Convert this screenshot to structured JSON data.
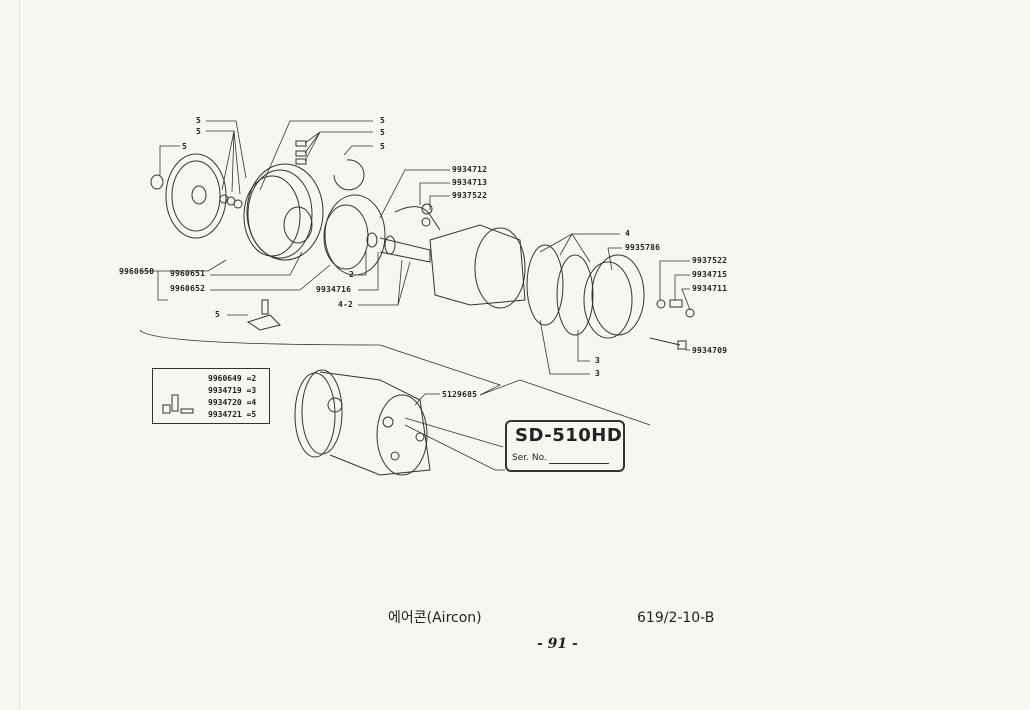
{
  "diagram": {
    "callouts_left": {
      "c5a": "5",
      "c5b": "5",
      "c5c": "5",
      "c5d": "5",
      "c5e": "5",
      "c5f": "5",
      "c5g": "5",
      "p9960650": "9960650",
      "p9960651": "9960651",
      "p9960652": "9960652",
      "c2": "2",
      "p9934716": "9934716",
      "c42": "4-2",
      "p9934712": "9934712",
      "p9934713": "9934713",
      "p9937522a": "9937522"
    },
    "callouts_right": {
      "c4": "4",
      "p9935786": "9935786",
      "p9937522b": "9937522",
      "p9934715": "9934715",
      "p9934711": "9934711",
      "p9934709": "9934709",
      "c3a": "3",
      "c3b": "3",
      "p5129685": "5129685"
    },
    "kit_legend": [
      {
        "text": "9960649 =2"
      },
      {
        "text": "9934719 =3"
      },
      {
        "text": "9934720 =4"
      },
      {
        "text": "9934721 =5"
      }
    ],
    "model_plate": {
      "name": "SD-510HD",
      "serial_label": "Ser. No."
    }
  },
  "footer": {
    "title": "에어콘(Aircon)",
    "code": "619/2-10-B",
    "page": "- 91 -"
  }
}
